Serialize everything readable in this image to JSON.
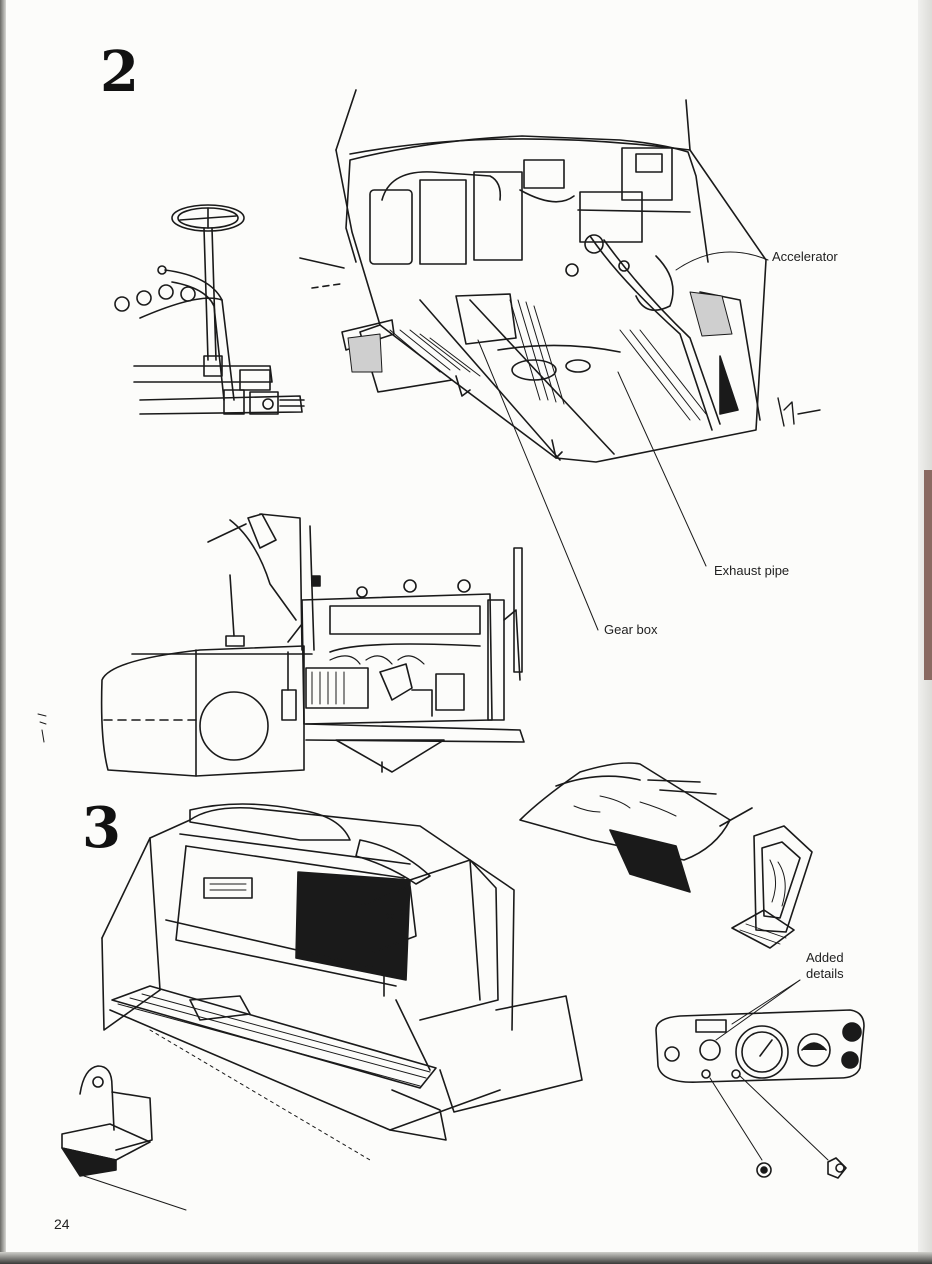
{
  "sections": [
    {
      "number": "2"
    },
    {
      "number": "3"
    }
  ],
  "callouts": {
    "accelerator": "Accelerator",
    "exhaust_pipe": "Exhaust pipe",
    "gear_box": "Gear box",
    "added_details": "Added\ndetails"
  },
  "page_number": "24",
  "colors": {
    "ink": "#1a1a1a",
    "paper": "#fcfcfa"
  }
}
